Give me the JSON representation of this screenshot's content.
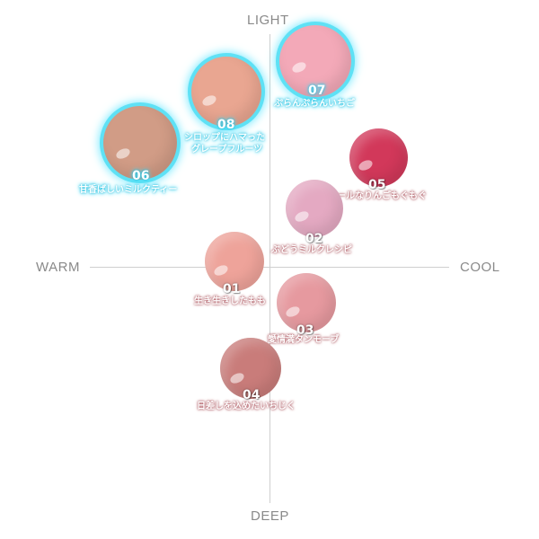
{
  "axes": {
    "top": "LIGHT",
    "bottom": "DEEP",
    "left": "WARM",
    "right": "COOL"
  },
  "shades": [
    {
      "number": "01",
      "name": "生き生きしたもも",
      "color": "#eea39a",
      "highlighted": false
    },
    {
      "number": "02",
      "name": "ぶどうミルクレシピ",
      "color": "#e4a9c2",
      "highlighted": false
    },
    {
      "number": "03",
      "name": "愛情満タンモーブ",
      "color": "#e6999f",
      "highlighted": false
    },
    {
      "number": "04",
      "name": "日差しを込めたいちじく",
      "color": "#c97c7a",
      "highlighted": false
    },
    {
      "number": "05",
      "name": "クールなりんごもぐもぐ",
      "color": "#d2385a",
      "highlighted": false
    },
    {
      "number": "06",
      "name": "甘香ばしいミルクティー",
      "color": "#d19c86",
      "highlighted": true
    },
    {
      "number": "07",
      "name": "ぷらんぷらんいちご",
      "color": "#f3a9b8",
      "highlighted": true
    },
    {
      "number": "08",
      "name": "シロップにハマった グレープフルーツ",
      "name_line1": "シロップにハマった",
      "name_line2": "グレープフルーツ",
      "color": "#e9a691",
      "highlighted": true
    }
  ]
}
